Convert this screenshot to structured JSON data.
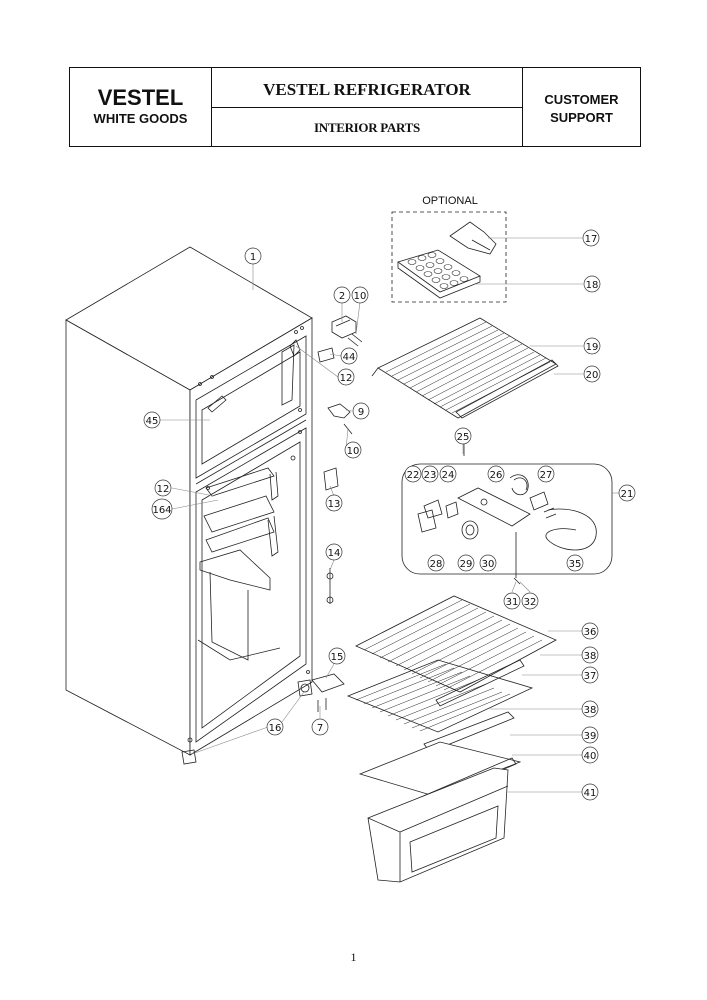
{
  "header": {
    "brand": "VESTEL",
    "brand_sub": "WHITE GOODS",
    "title": "VESTEL REFRIGERATOR",
    "subtitle": "INTERIOR PARTS",
    "support_line1": "CUSTOMER",
    "support_line2": "SUPPORT"
  },
  "optional_label": "OPTIONAL",
  "callouts": [
    "1",
    "2",
    "10",
    "44",
    "12",
    "9",
    "45",
    "10",
    "13",
    "12",
    "164",
    "14",
    "15",
    "16",
    "7",
    "17",
    "18",
    "19",
    "20",
    "25",
    "22",
    "23",
    "24",
    "26",
    "27",
    "21",
    "28",
    "29",
    "30",
    "35",
    "31",
    "32",
    "36",
    "38",
    "37",
    "38",
    "39",
    "40",
    "41"
  ],
  "page_number": "1"
}
